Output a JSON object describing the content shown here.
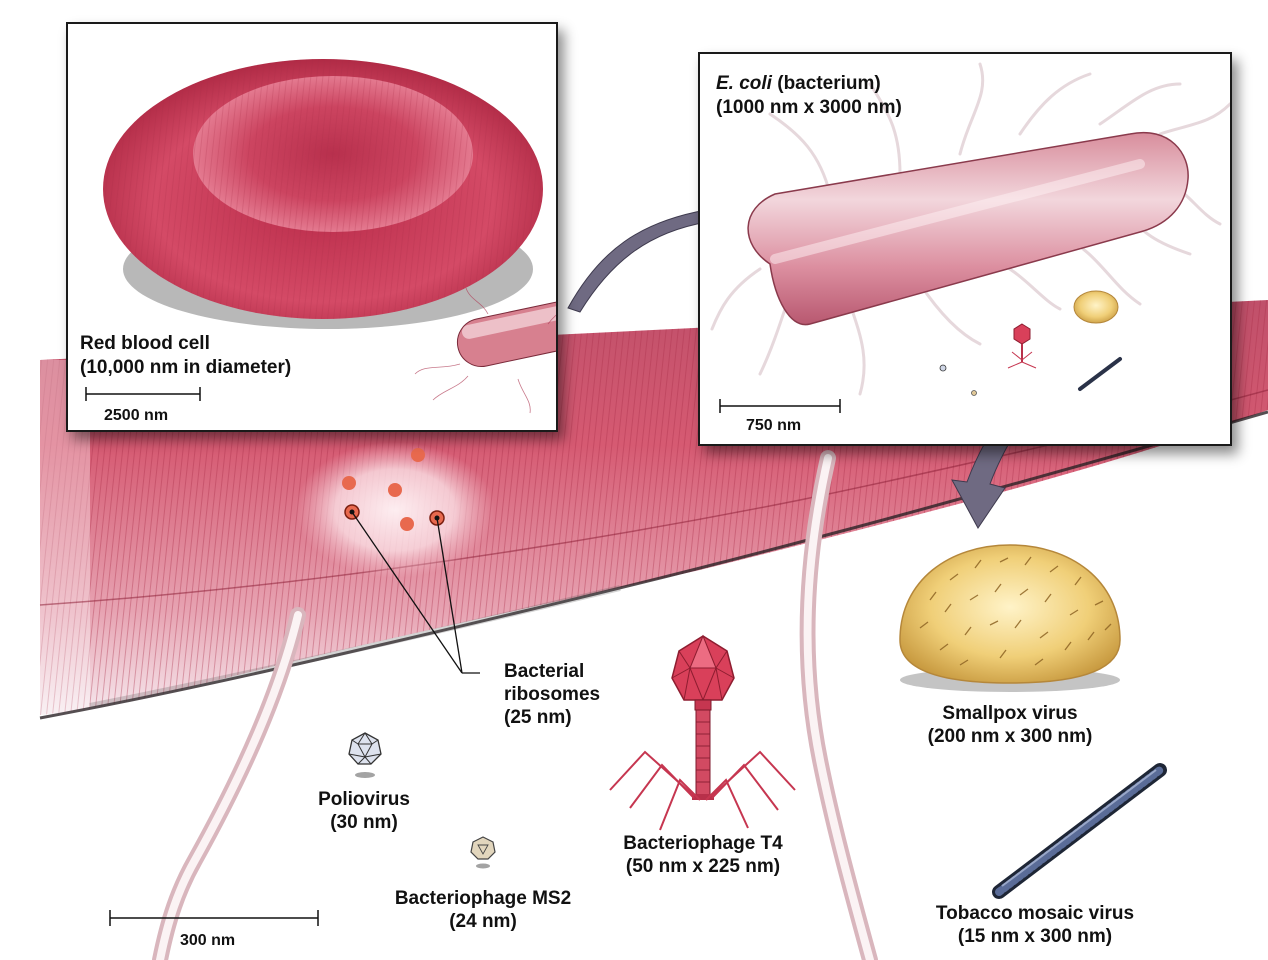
{
  "panels": {
    "rbc": {
      "title": "Red blood cell",
      "size": "(10,000 nm in diameter)",
      "scale_label": "2500 nm"
    },
    "ecoli": {
      "title_italic": "E. coli",
      "title_rest": " (bacterium)",
      "size": "(1000 nm x 3000 nm)",
      "scale_label": "750 nm"
    }
  },
  "labels": {
    "ribosomes": [
      "Bacterial",
      "ribosomes",
      "(25 nm)"
    ],
    "poliovirus": [
      "Poliovirus",
      "(30 nm)"
    ],
    "ms2": [
      "Bacteriophage MS2",
      "(24 nm)"
    ],
    "t4": [
      "Bacteriophage T4",
      "(50 nm x 225 nm)"
    ],
    "smallpox": [
      "Smallpox virus",
      "(200 nm x 300 nm)"
    ],
    "tmv": [
      "Tobacco mosaic virus",
      "(15 nm x 300 nm)"
    ],
    "main_scale": "300 nm"
  },
  "colors": {
    "cell_pink": "#d9506a",
    "cell_dark": "#a8243c",
    "smallpox_yellow": "#e8c060",
    "tmv_blue": "#3a4a70",
    "arrow_gray": "#6f6a82"
  }
}
